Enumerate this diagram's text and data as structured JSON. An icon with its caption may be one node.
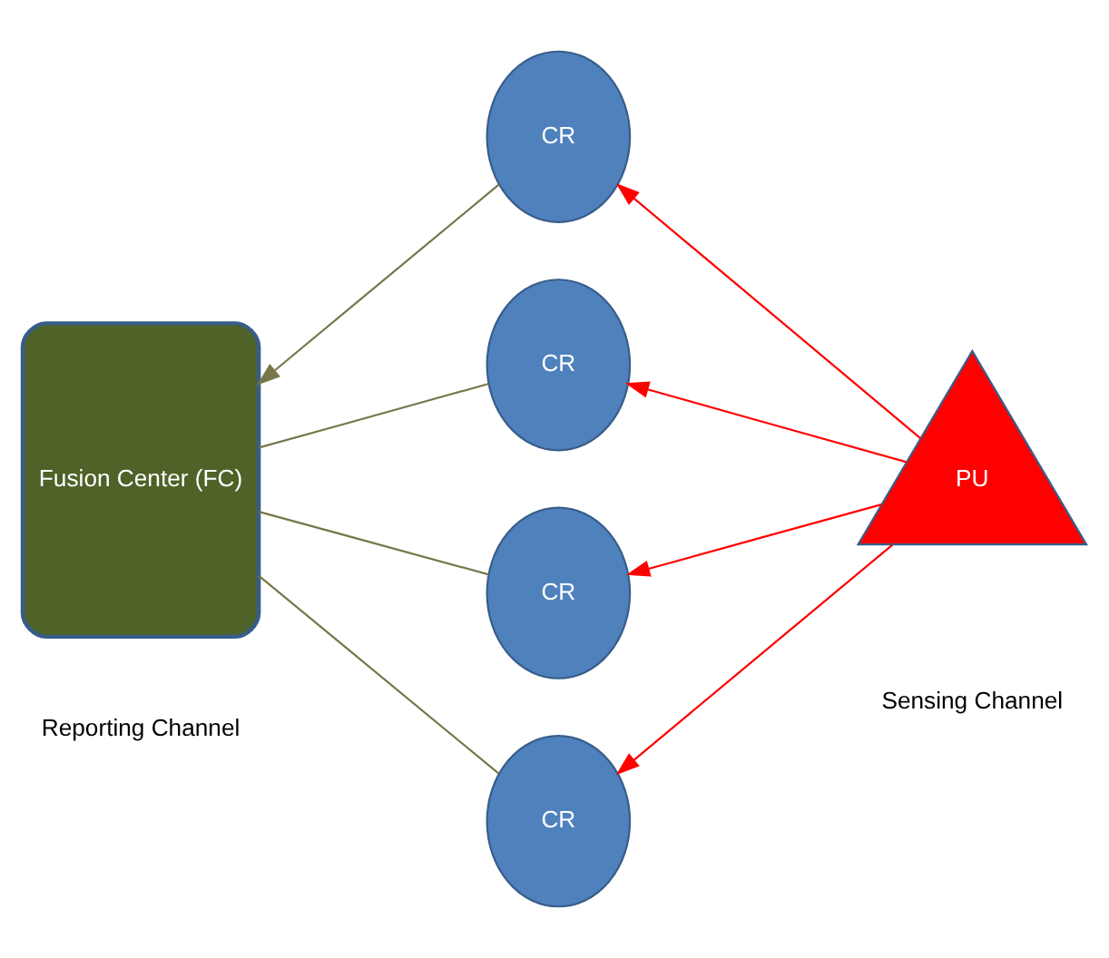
{
  "diagram": {
    "nodes": [
      {
        "text": [
          "CR"
        ]
      },
      {
        "text": [
          "CR"
        ]
      },
      {
        "text": [
          "CR"
        ]
      },
      {
        "text": [
          "CR"
        ]
      },
      {
        "text": [
          "Fusion Center (FC)"
        ]
      },
      {
        "text": [
          "PU"
        ]
      }
    ],
    "edges": [
      {
        "from": 5,
        "to": 0,
        "arrow": "to",
        "color": "#ff0000"
      },
      {
        "from": 5,
        "to": 1,
        "arrow": "to",
        "color": "#ff0000"
      },
      {
        "from": 5,
        "to": 2,
        "arrow": "to",
        "color": "#ff0000"
      },
      {
        "from": 5,
        "to": 3,
        "arrow": "to",
        "color": "#ff0000"
      },
      {
        "from": 0,
        "to": 4,
        "arrow": "to",
        "color": "#77774a"
      },
      {
        "from": 1,
        "to": 4,
        "arrow": "none",
        "color": "#77774a"
      },
      {
        "from": 2,
        "to": 4,
        "arrow": "none",
        "color": "#77774a"
      },
      {
        "from": 3,
        "to": 4,
        "arrow": "none",
        "color": "#77774a"
      }
    ],
    "labels": [
      "Reporting Channel",
      "Sensing Channel"
    ]
  }
}
